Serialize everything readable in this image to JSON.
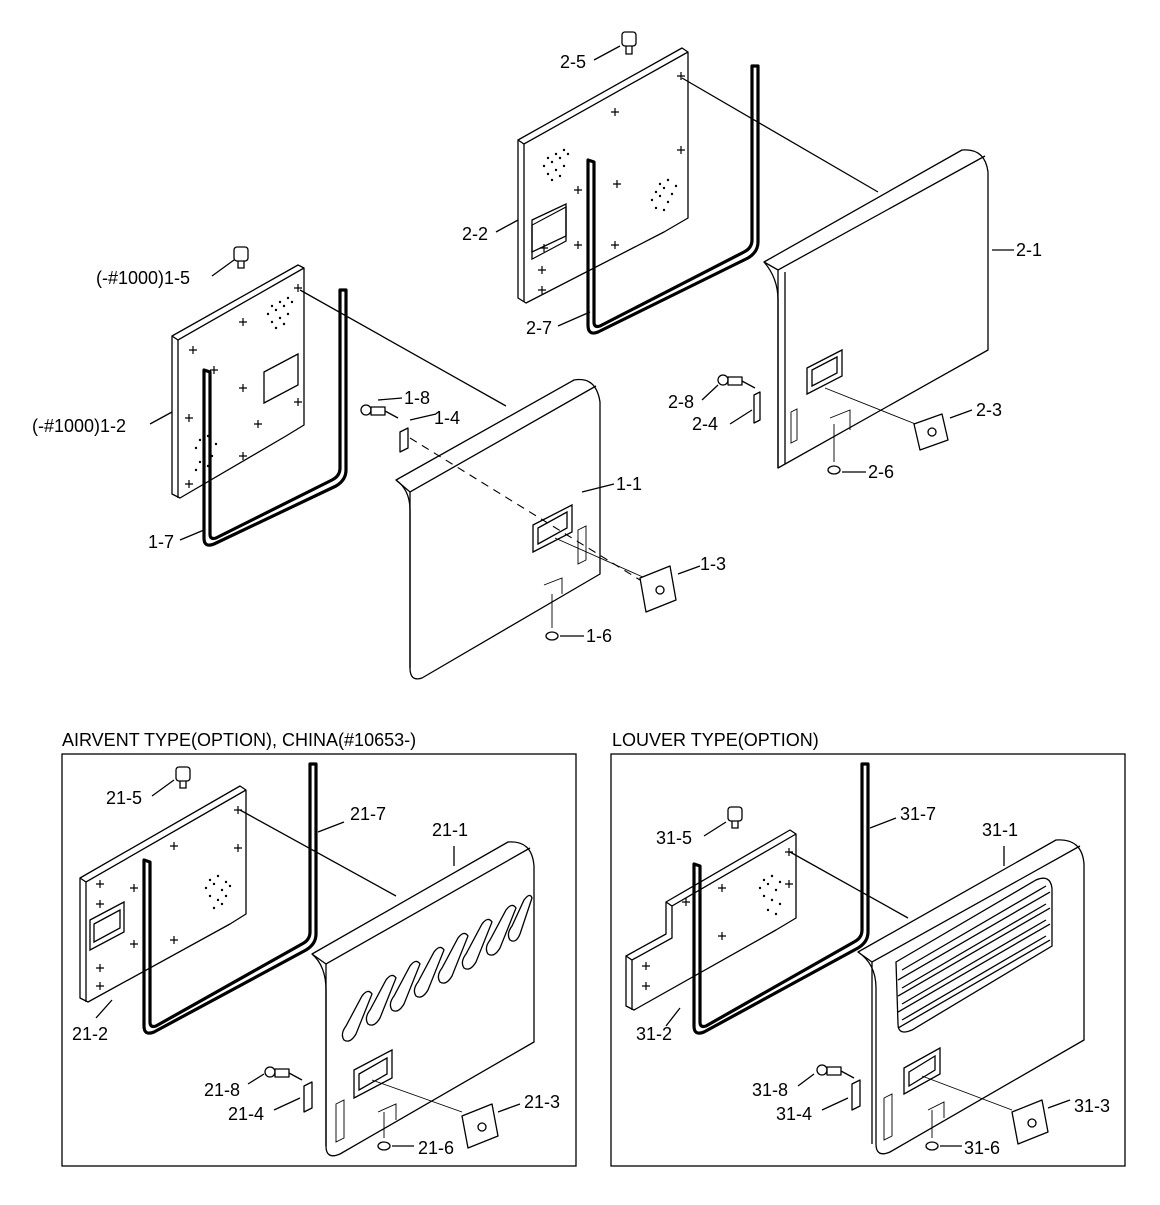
{
  "section_titles": {
    "airvent": "AIRVENT TYPE(OPTION), CHINA(#10653-)",
    "louver": "LOUVER TYPE(OPTION)"
  },
  "labels": {
    "p2_5": "2-5",
    "p2_2": "2-2",
    "p2_7": "2-7",
    "p2_1": "2-1",
    "p2_8": "2-8",
    "p2_4": "2-4",
    "p2_3": "2-3",
    "p2_6": "2-6",
    "p1_5": "(-#1000)1-5",
    "p1_2": "(-#1000)1-2",
    "p1_7": "1-7",
    "p1_8": "1-8",
    "p1_4": "1-4",
    "p1_1": "1-1",
    "p1_3": "1-3",
    "p1_6": "1-6",
    "p21_5": "21-5",
    "p21_7": "21-7",
    "p21_1": "21-1",
    "p21_2": "21-2",
    "p21_8": "21-8",
    "p21_4": "21-4",
    "p21_3": "21-3",
    "p21_6": "21-6",
    "p31_5": "31-5",
    "p31_7": "31-7",
    "p31_1": "31-1",
    "p31_2": "31-2",
    "p31_8": "31-8",
    "p31_4": "31-4",
    "p31_3": "31-3",
    "p31_6": "31-6"
  }
}
